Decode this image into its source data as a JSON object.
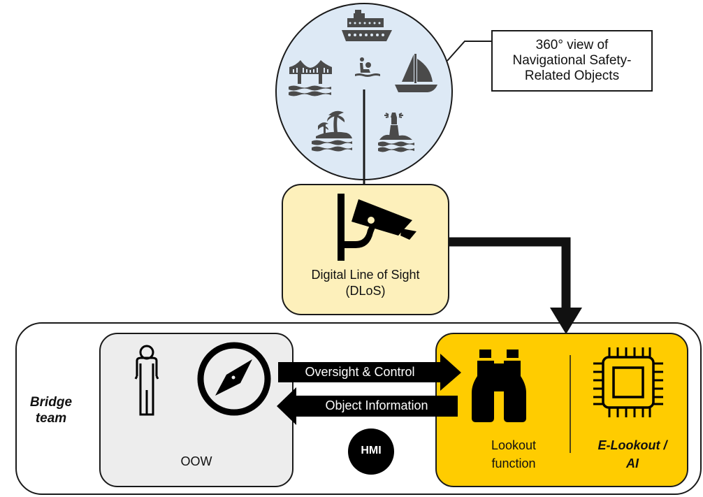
{
  "diagram": {
    "colors": {
      "circle_fill": "#dde9f5",
      "icon_gray": "#4a4a4a",
      "dlos_fill": "#fdf0bb",
      "oow_fill": "#ededed",
      "lookout_fill": "#ffcc00",
      "stroke": "#1a1a1a"
    },
    "surroundings": {
      "icons": [
        "cruise-ship-icon",
        "bridge-icon",
        "swimmer-icon",
        "sailboat-icon",
        "island-icon",
        "lighthouse-icon"
      ],
      "callout": {
        "line1": "360° view of",
        "line2": "Navigational Safety-",
        "line3": "Related Objects"
      }
    },
    "dlos": {
      "icon": "surveillance-camera-icon",
      "line1": "Digital Line of Sight",
      "line2": "(DLoS)"
    },
    "bridge_team": {
      "label_line1": "Bridge",
      "label_line2": "team",
      "oow": {
        "icons": [
          "person-icon",
          "compass-icon"
        ],
        "label": "OOW"
      },
      "arrows": {
        "to_lookout": "Oversight & Control",
        "to_oow": "Object Information"
      },
      "hmi": "HMI",
      "lookout": {
        "icon": "binoculars-icon",
        "line1": "Lookout",
        "line2": "function"
      },
      "ai": {
        "icon": "microchip-icon",
        "line1": "E-Lookout /",
        "line2": "AI"
      }
    }
  }
}
